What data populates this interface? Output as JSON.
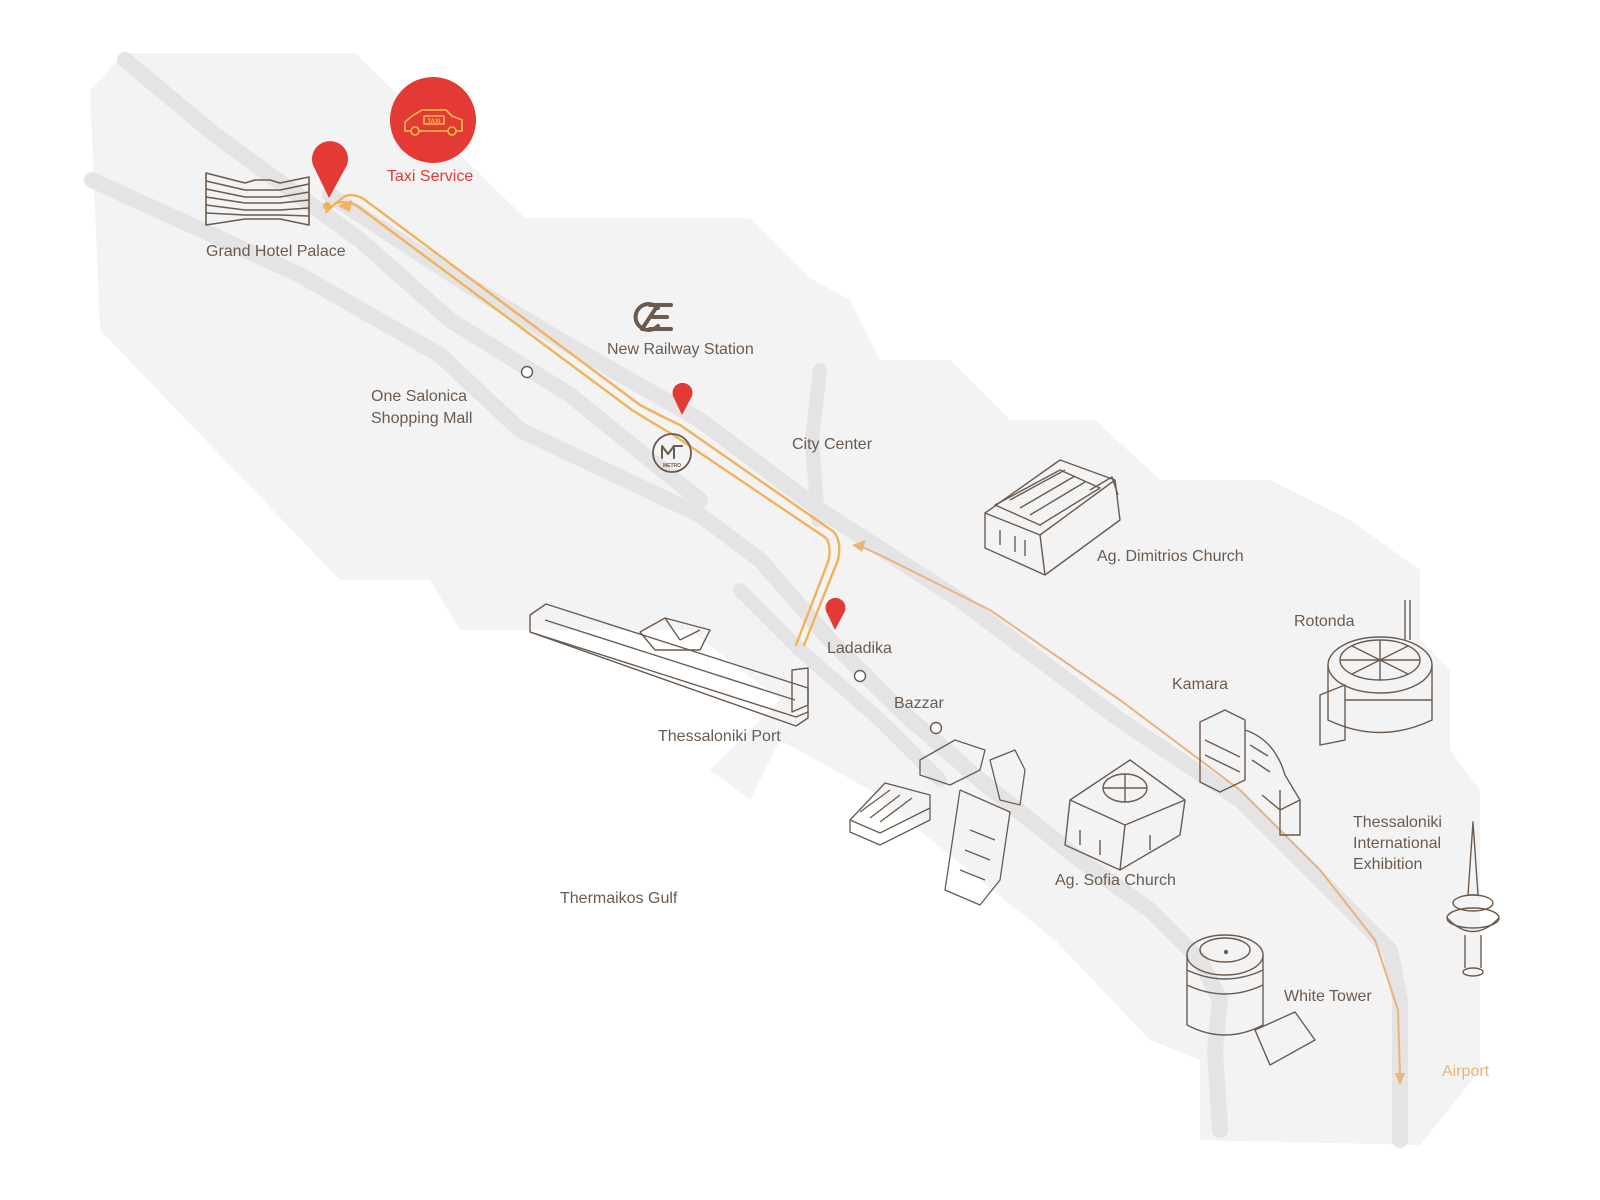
{
  "colors": {
    "land": "#f3f3f3",
    "road": "#e6e6e6",
    "route": "#f2b25b",
    "airport_route": "#e9b47c",
    "accent": "#e43a35",
    "text": "#6b5b4e",
    "building_stroke": "#6b5b4e"
  },
  "taxi": {
    "badge_text": "TAXI",
    "label": "Taxi Service",
    "icon": "taxi-icon"
  },
  "icons": {
    "railway": "railway-logo-icon",
    "metro": "metro-logo-icon",
    "metro_text": "METRO",
    "pin": "map-pin-icon"
  },
  "labels": {
    "grand_hotel": "Grand Hotel Palace",
    "railway": "New Railway Station",
    "mall_line1": "One Salonica",
    "mall_line2": "Shopping Mall",
    "city_center": "City Center",
    "dimitrios": "Ag. Dimitrios Church",
    "rotonda": "Rotonda",
    "kamara": "Kamara",
    "ladadika": "Ladadika",
    "bazzar": "Bazzar",
    "port": "Thessaloniki Port",
    "exhibition_line1": "Thessaloniki",
    "exhibition_line2": "International",
    "exhibition_line3": "Exhibition",
    "sofia": "Ag. Sofia Church",
    "gulf": "Thermaikos Gulf",
    "white_tower": "White Tower",
    "airport": "Airport"
  }
}
